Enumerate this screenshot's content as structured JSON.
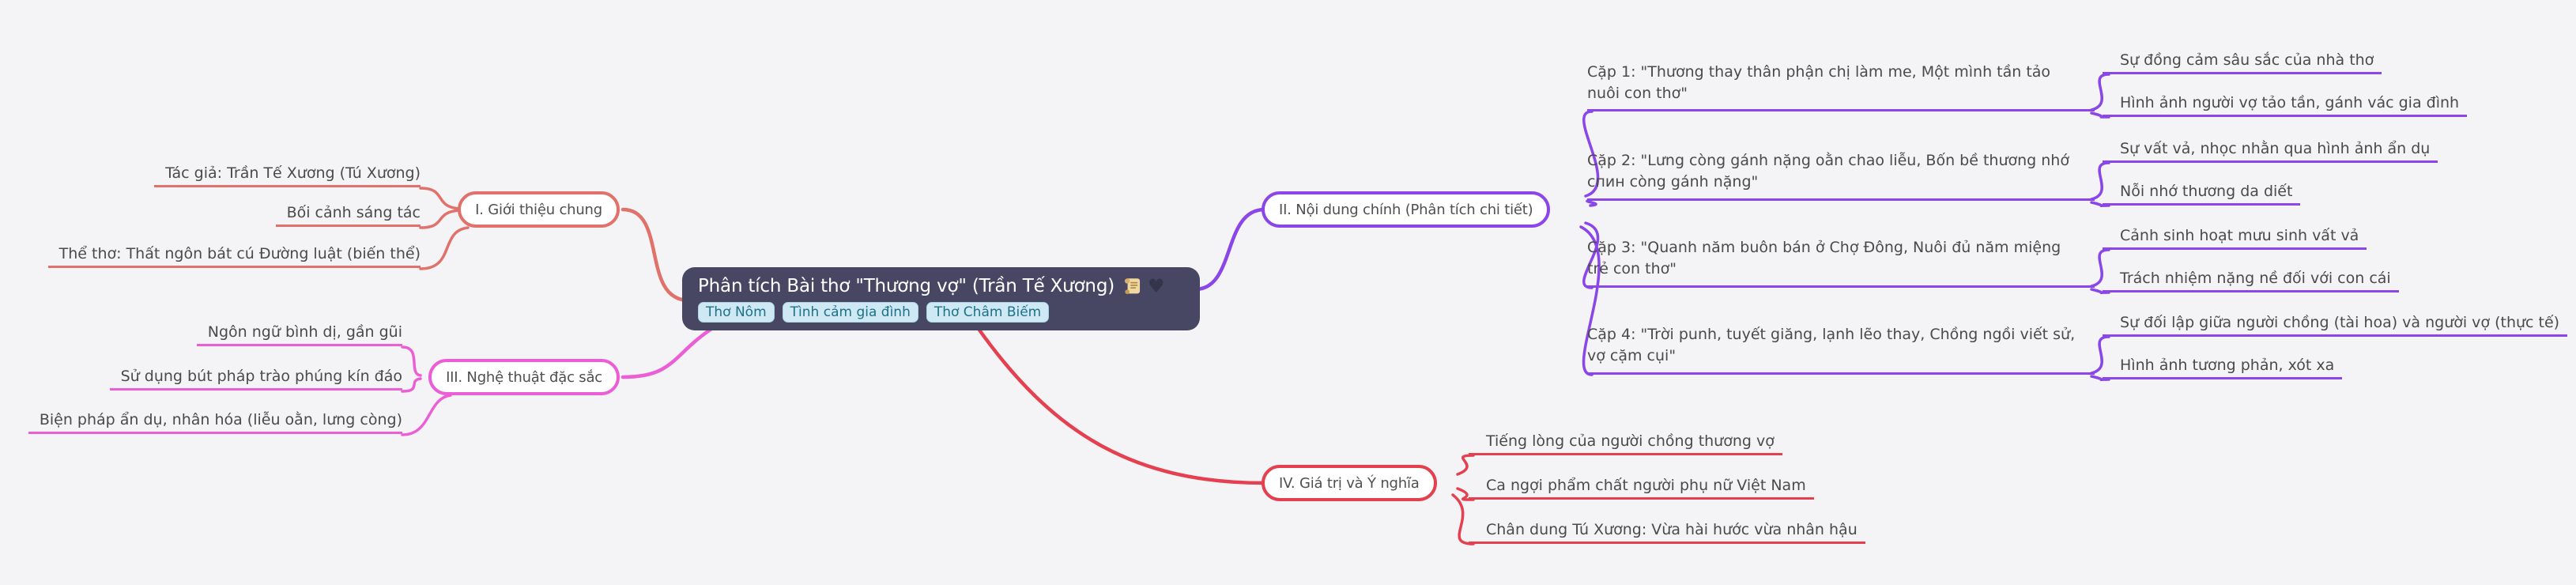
{
  "root": {
    "title": "Phân tích Bài thơ \"Thương vợ\" (Trần Tế Xương)",
    "bg_color": "#474763",
    "tags": [
      "Thơ Nôm",
      "Tình cảm gia đình",
      "Thơ Châm Biếm"
    ],
    "tag_bg": "#cfe9f4",
    "tag_fg": "#1d7186",
    "tag_border": "#a9d4e4"
  },
  "icons": {
    "title_icon": "scroll",
    "title_heart": "♥"
  },
  "branches": [
    {
      "label": "I. Giới thiệu chung",
      "color": "#e0716b",
      "children": [
        "Tác giả: Trần Tế Xương (Tú Xương)",
        "Bối cảnh sáng tác",
        "Thể thơ: Thất ngôn bát cú Đường luật (biến thể)"
      ]
    },
    {
      "label": "II. Nội dung chính (Phân tích chi tiết)",
      "color": "#8b46e9",
      "children": [
        {
          "text": "Cặp 1: \"Thương thay thân phận chị làm me, Một mình tần tảo nuôi con thơ\"",
          "subs": [
            "Sự đồng cảm sâu sắc của nhà thơ",
            "Hình ảnh người vợ tảo tần, gánh vác gia đình"
          ]
        },
        {
          "text": "Cặp 2: \"Lưng còng gánh nặng oằn chao liễu, Bốn bề thương nhớ спин còng gánh nặng\"",
          "subs": [
            "Sự vất vả, nhọc nhằn qua hình ảnh ẩn dụ",
            "Nỗi nhớ thương da diết"
          ]
        },
        {
          "text": "Cặp 3: \"Quanh năm buôn bán ở Chợ Đông, Nuôi đủ năm miệng trẻ con thơ\"",
          "subs": [
            "Cảnh sinh hoạt mưu sinh vất vả",
            "Trách nhiệm nặng nề đối với con cái"
          ]
        },
        {
          "text": "Cặp 4: \"Trời punh, tuyết giăng, lạnh lẽo thay, Chồng ngồi viết sử, vợ cặm cụi\"",
          "subs": [
            "Sự đối lập giữa người chồng (tài hoa) và người vợ (thực tế)",
            "Hình ảnh tương phản, xót xa"
          ]
        }
      ]
    },
    {
      "label": "III. Nghệ thuật đặc sắc",
      "color": "#ec5ed6",
      "children": [
        "Ngôn ngữ bình dị, gần gũi",
        "Sử dụng bút pháp trào phúng kín đáo",
        "Biện pháp ẩn dụ, nhân hóa (liễu oằn, lưng còng)"
      ]
    },
    {
      "label": "IV. Giá trị và Ý nghĩa",
      "color": "#e5404f",
      "children": [
        "Tiếng lòng của người chồng thương vợ",
        "Ca ngợi phẩm chất người phụ nữ Việt Nam",
        "Chân dung Tú Xương: Vừa hài hước vừa nhân hậu"
      ]
    }
  ]
}
